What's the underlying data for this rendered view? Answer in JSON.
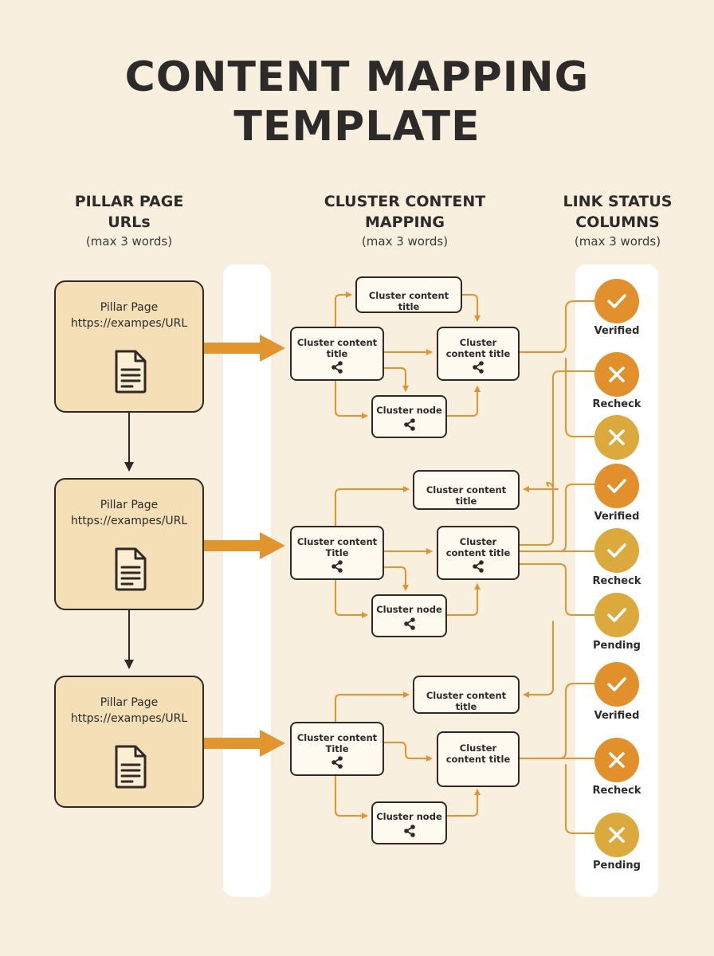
{
  "title_line1": "CONTENT MAPPING",
  "title_line2": "TEMPLATE",
  "columns": {
    "pillar": {
      "heading_line1": "PILLAR PAGE",
      "heading_line2": "URLs",
      "note": "(max 3 words)"
    },
    "cluster": {
      "heading_line1": "CLUSTER CONTENT",
      "heading_line2": "MAPPING",
      "note": "(max 3 words)"
    },
    "status": {
      "heading_line1": "LINK STATUS",
      "heading_line2": "COLUMNS",
      "note": "(max 3 words)"
    }
  },
  "pillars": [
    {
      "label": "Pillar Page",
      "url": "https://exampes/URL",
      "icon": "document-icon"
    },
    {
      "label": "Pillar Page",
      "url": "https://exampes/URL",
      "icon": "document-icon"
    },
    {
      "label": "Pillar Page",
      "url": "https://exampes/URL",
      "icon": "document-icon"
    }
  ],
  "clusters": [
    {
      "top": "Cluster content title",
      "main_line1": "Cluster content",
      "main_line2": "title",
      "right_line1": "Cluster",
      "right_line2": "content title",
      "node": "Cluster node"
    },
    {
      "top": "Cluster content title",
      "main_line1": "Cluster content",
      "main_line2": "Title",
      "right_line1": "Cluster",
      "right_line2": "content title",
      "node": "Cluster node"
    },
    {
      "top": "Cluster content title",
      "main_line1": "Cluster content",
      "main_line2": "Title",
      "right_line1": "Cluster",
      "right_line2": "content title",
      "node": "Cluster node"
    }
  ],
  "statuses": [
    {
      "label": "Verified",
      "mark": "check",
      "color": "#e2902c"
    },
    {
      "label": "Recheck",
      "mark": "cross",
      "color": "#e2902c"
    },
    {
      "label": "",
      "mark": "cross",
      "color": "#dcaa3c"
    },
    {
      "label": "Verified",
      "mark": "check",
      "color": "#e2902c"
    },
    {
      "label": "Recheck",
      "mark": "check",
      "color": "#dcaa3c"
    },
    {
      "label": "Pending",
      "mark": "check",
      "color": "#dcaa3c"
    },
    {
      "label": "Verified",
      "mark": "check",
      "color": "#e2902c"
    },
    {
      "label": "Recheck",
      "mark": "cross",
      "color": "#e2902c"
    },
    {
      "label": "Pending",
      "mark": "cross",
      "color": "#dcaa3c"
    }
  ],
  "colors": {
    "connector": "#e0952f",
    "dark_line": "#2f2a26",
    "pillar_fill": "#f5dfb6",
    "background": "#f8efdf"
  }
}
